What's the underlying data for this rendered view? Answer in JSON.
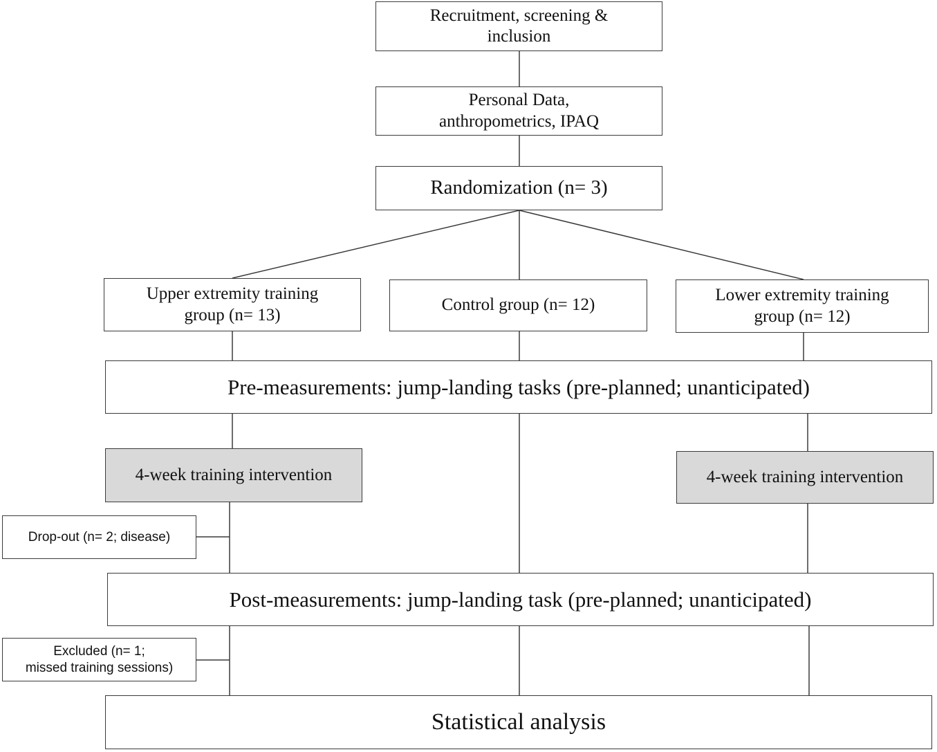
{
  "boxes": {
    "recruitment": {
      "line1": "Recruitment, screening &",
      "line2": "inclusion"
    },
    "personal_data": {
      "line1": "Personal Data,",
      "line2": "anthropometrics, IPAQ"
    },
    "randomization": {
      "text": "Randomization  (n= 3)"
    },
    "upper_group": {
      "line1": "Upper extremity  training",
      "line2": "group (n= 13)"
    },
    "control_group": {
      "text": "Control group (n= 12)"
    },
    "lower_group": {
      "line1": "Lower extremity  training",
      "line2": "group (n= 12)"
    },
    "pre_measurements": {
      "text": "Pre-measurements: jump-landing tasks (pre-planned; unanticipated)"
    },
    "upper_training": {
      "text": "4-week  training  intervention"
    },
    "lower_training": {
      "text": "4-week  training  intervention"
    },
    "dropout": {
      "text": "Drop-out  (n= 2; disease)"
    },
    "post_measurements": {
      "text": "Post-measurements: jump-landing  task (pre-planned; unanticipated)"
    },
    "excluded": {
      "line1": "Excluded (n= 1;",
      "line2": "missed training sessions)"
    },
    "statistical_analysis": {
      "text": "Statistical analysis"
    }
  },
  "colors": {
    "border": "#3a3a3a",
    "shaded_fill": "#d9d9d9",
    "background": "#ffffff",
    "text": "#111111"
  }
}
